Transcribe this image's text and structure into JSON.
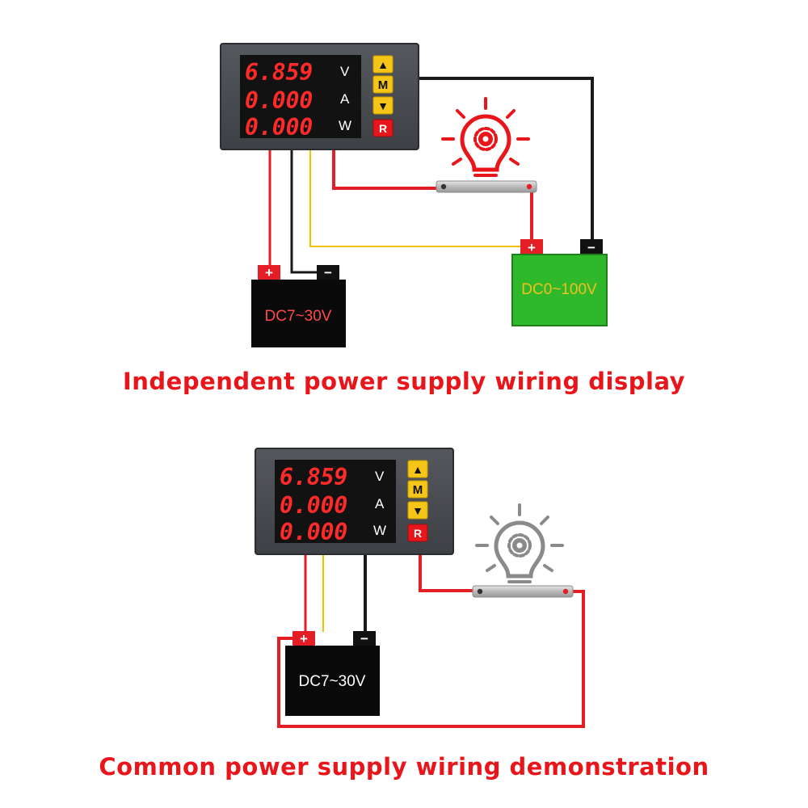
{
  "captions": {
    "independent": "Independent power supply wiring display",
    "common": "Common power supply wiring demonstration"
  },
  "meter": {
    "readings": [
      {
        "value": "6.859",
        "unit": "V"
      },
      {
        "value": "0.000",
        "unit": "A"
      },
      {
        "value": "0.000",
        "unit": "W"
      }
    ],
    "buttons": {
      "up": "▲",
      "menu": "M",
      "down": "▼",
      "reset": "R"
    }
  },
  "batteries": {
    "supply_label": "DC7~30V",
    "measured_label": "DC0~100V",
    "plus": "+",
    "minus": "−"
  },
  "colors": {
    "caption": "#e8161b",
    "segment": "#ff2a2a",
    "wire_red": "#e31e24",
    "wire_black": "#1a1a1a",
    "wire_yellow": "#f2c200",
    "battery_black": "#0a0a0a",
    "battery_green": "#2fb82a",
    "bulb_active": "#e8161b",
    "bulb_inactive": "#8a8a8a"
  }
}
